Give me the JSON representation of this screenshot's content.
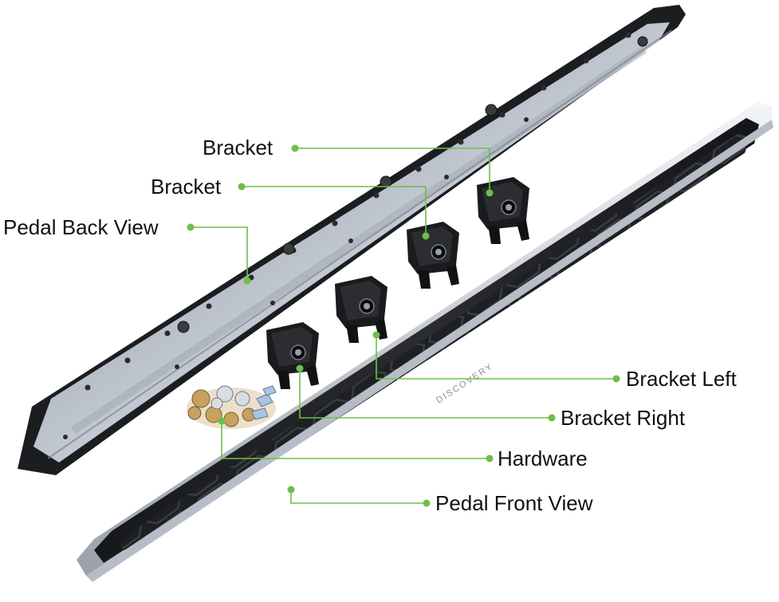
{
  "labels": {
    "bracket_upper": "Bracket",
    "bracket_lower": "Bracket",
    "pedal_back_view": "Pedal Back View",
    "bracket_left": "Bracket Left",
    "bracket_right": "Bracket Right",
    "hardware": "Hardware",
    "pedal_front_view": "Pedal Front View"
  },
  "brand_text": "DISCOVERY",
  "colors": {
    "leader": "#6cc04a",
    "metal": "#c9ced6",
    "rubber": "#1e1f22",
    "bracket": "#17181a"
  }
}
